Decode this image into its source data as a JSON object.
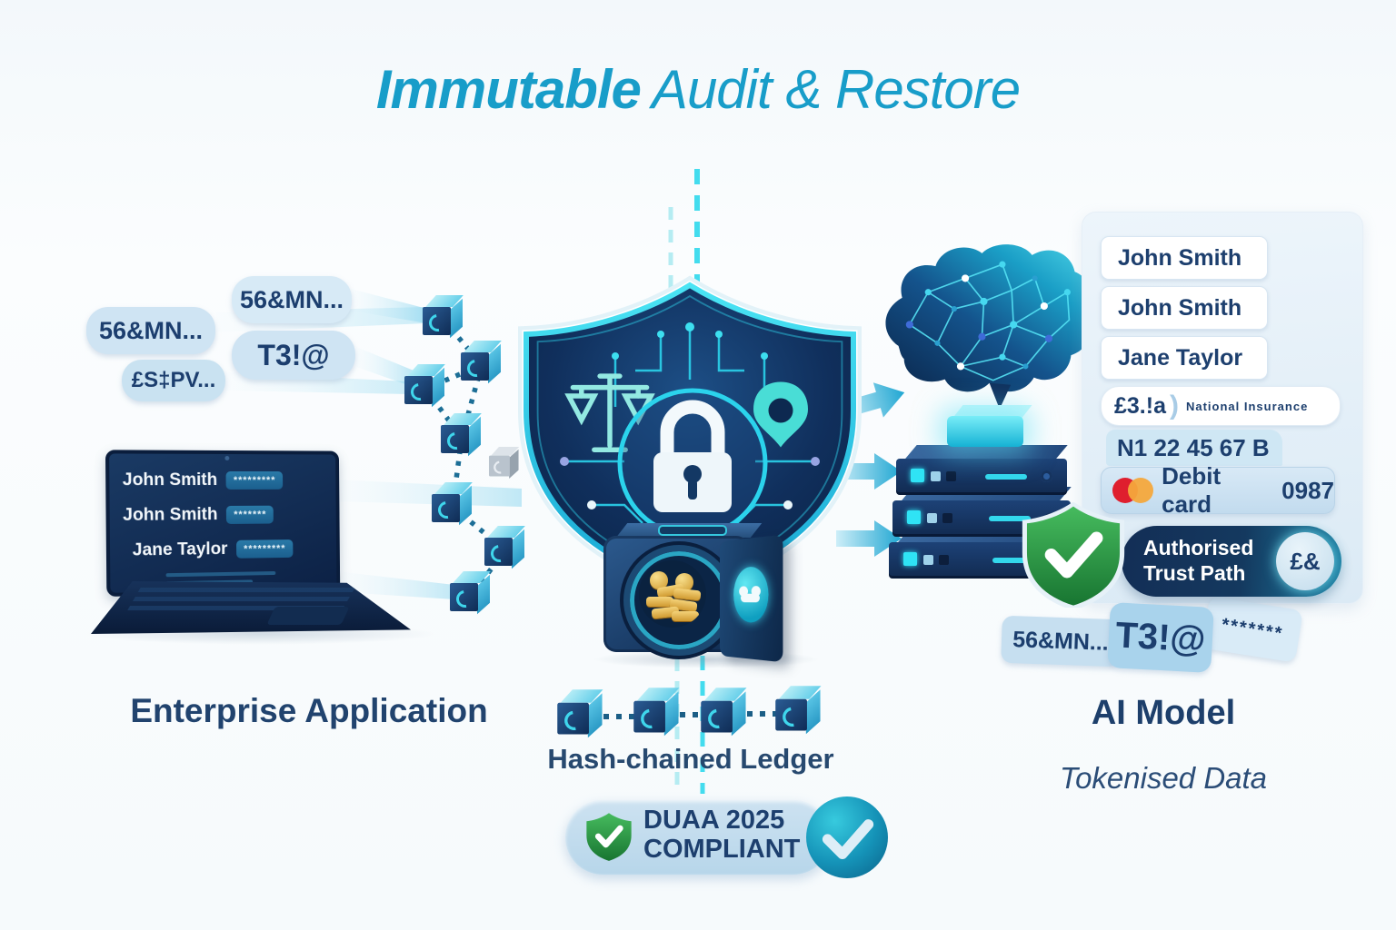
{
  "title": {
    "part1": "Immutable",
    "part2": "Audit & Restore"
  },
  "left": {
    "tokens": [
      "56&MN...",
      "56&MN...",
      "T3!@",
      "£S‡PV..."
    ],
    "laptop_rows": [
      {
        "name": "John Smith",
        "mask": "*********"
      },
      {
        "name": "John Smith",
        "mask": "*******"
      },
      {
        "name": "Jane Taylor",
        "mask": "*********"
      }
    ],
    "label": "Enterprise Application"
  },
  "center": {
    "ledger_label": "Hash-chained Ledger",
    "badge": {
      "line1": "DUAA 2025",
      "line2": "COMPLIANT"
    }
  },
  "right": {
    "cards": [
      "John Smith",
      "John Smith",
      "Jane Taylor"
    ],
    "ni_token": "£3.!a",
    "ni_swoosh": ")",
    "ni_label": "National Insurance",
    "ni_number": "N1 22 45 67 B",
    "card_label": "Debit card",
    "card_number": "0987",
    "trust": {
      "line1": "Authorised",
      "line2": "Trust Path",
      "token": "£&"
    },
    "tokens": [
      "56&MN...",
      "T3!@",
      "*******"
    ],
    "label": "AI Model",
    "sublabel": "Tokenised Data"
  },
  "colors": {
    "accent_teal": "#189dc9",
    "navy_text": "#1d3f6e",
    "cyan_glow": "#2fd2ec",
    "compliance_green": "#2e9e44",
    "coin_gold": "#e2b54a",
    "card_red": "#df1f2e",
    "card_orange": "#f4a83c"
  }
}
